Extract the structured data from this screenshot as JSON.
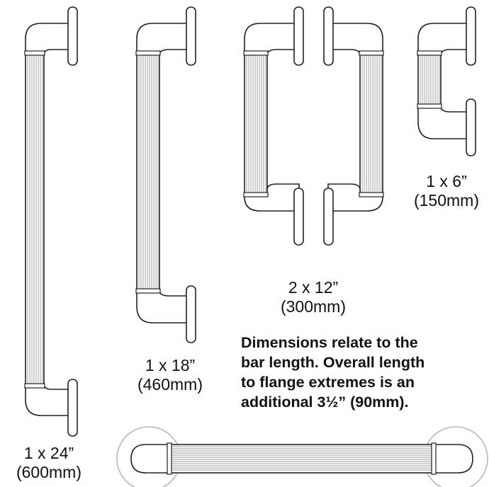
{
  "labels": {
    "bar24": {
      "qty": "1 x 24”",
      "metric": "(600mm)"
    },
    "bar18": {
      "qty": "1 x 18”",
      "metric": "(460mm)"
    },
    "bar12": {
      "qty": "2 x 12”",
      "metric": "(300mm)"
    },
    "bar6": {
      "qty": "1 x 6”",
      "metric": "(150mm)"
    }
  },
  "note": {
    "line1": "Dimensions relate to the",
    "line2": "bar length.  Overall length",
    "line3": "to flange extremes is an",
    "line4": "additional 3½” (90mm)."
  },
  "colors": {
    "stroke": "#222222",
    "fill": "#ffffff",
    "ribs": "#9a9a9a",
    "ring": "#b8b8b8"
  }
}
